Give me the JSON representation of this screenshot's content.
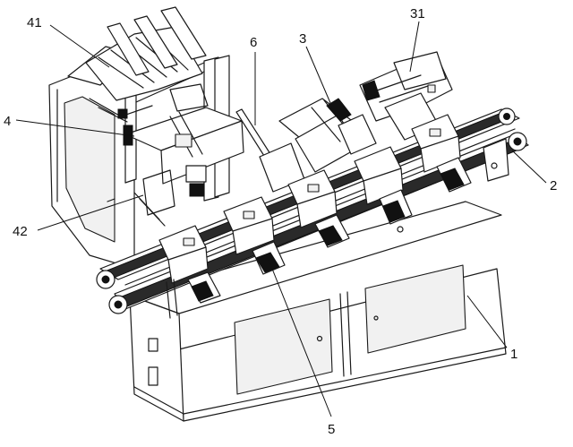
{
  "labels": {
    "l41": "41",
    "l4": "4",
    "l42": "42",
    "l6": "6",
    "l3": "3",
    "l31": "31",
    "l2": "2",
    "l1": "1",
    "l5": "5"
  }
}
